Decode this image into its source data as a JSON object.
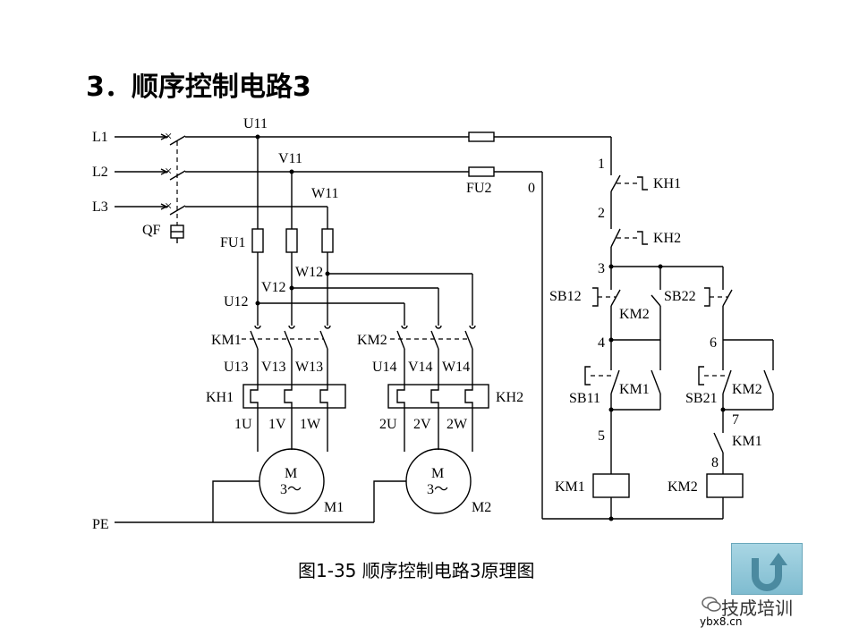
{
  "title": "3．顺序控制电路3",
  "caption": "图1-35  顺序控制电路3原理图",
  "labels": {
    "L1": "L1",
    "L2": "L2",
    "L3": "L3",
    "QF": "QF",
    "PE": "PE",
    "U11": "U11",
    "V11": "V11",
    "W11": "W11",
    "FU1": "FU1",
    "FU2": "FU2",
    "n0": "0",
    "U12": "U12",
    "V12": "V12",
    "W12": "W12",
    "KM1": "KM1",
    "KM2": "KM2",
    "U13": "U13",
    "V13": "V13",
    "W13": "W13",
    "U14": "U14",
    "V14": "V14",
    "W14": "W14",
    "KH1": "KH1",
    "KH2": "KH2",
    "t1U": "1U",
    "t1V": "1V",
    "t1W": "1W",
    "t2U": "2U",
    "t2V": "2V",
    "t2W": "2W",
    "M": "M",
    "phase": "3～",
    "M1": "M1",
    "M2": "M2",
    "n1": "1",
    "n2": "2",
    "n3": "3",
    "n4": "4",
    "n5": "5",
    "n6": "6",
    "n7": "7",
    "n8": "8",
    "SB12": "SB12",
    "SB22": "SB22",
    "SB11": "SB11",
    "SB21": "SB21"
  },
  "watermark": {
    "brand": "技成培训",
    "site": "ybx8.cn"
  },
  "icons": {
    "back": "u-turn-arrow-icon",
    "chat": "wechat-icon"
  }
}
